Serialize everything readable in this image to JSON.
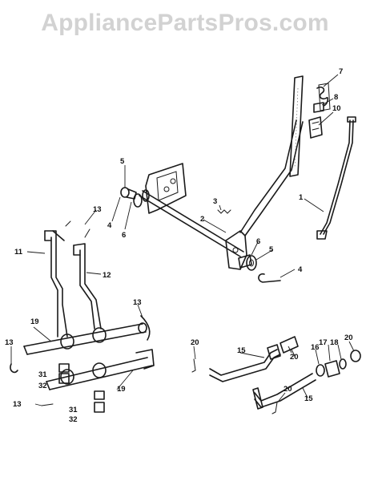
{
  "header": {
    "watermark": "AppliancePartsPros.com"
  },
  "callouts": [
    "1",
    "2",
    "3",
    "4",
    "5",
    "6",
    "7",
    "8",
    "10",
    "11",
    "12",
    "13",
    "15",
    "16",
    "17",
    "18",
    "19",
    "20",
    "31",
    "32"
  ]
}
